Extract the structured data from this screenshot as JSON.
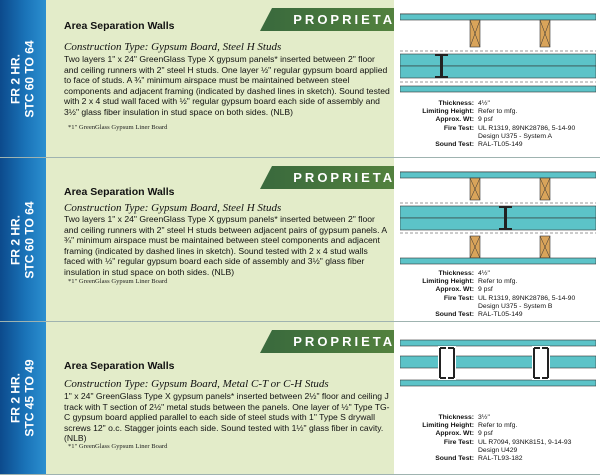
{
  "sections": [
    {
      "side_line1": "FR 2 HR.",
      "side_line2": "STC 60 TO 64",
      "title": "Area Separation Walls",
      "tag": "PROPRIETARY",
      "construction_type": "Construction Type: Gypsum Board, Steel H Studs",
      "description": "Two layers 1\" x 24\" GreenGlass Type X gypsum panels* inserted between 2\" floor and ceiling runners with 2\" steel H studs. One layer ½\" regular gypsum board applied to face of studs. A ¾\" minimum airspace must be maintained between steel components and adjacent framing (indicated by dashed lines in sketch). Sound tested with 2 x 4 stud wall faced with ½\" regular gypsum board each side of assembly and 3½\" glass fiber insulation in stud space on both sides. (NLB)",
      "footnote": "*1\" GreenGlass Gypsum Liner Board",
      "specs": {
        "thickness_label": "Thickness:",
        "thickness": "4½\"",
        "height_label": "Limiting Height:",
        "height": "Refer to mfg.",
        "weight_label": "Approx. Wt:",
        "weight": "9 psf",
        "fire_label": "Fire Test:",
        "fire1": "UL R1319, 89NK28786, 5-14-90",
        "fire2": "Design U375 - System A",
        "sound_label": "Sound Test:",
        "sound": "RAL-TL05-149"
      }
    },
    {
      "side_line1": "FR 2 HR.",
      "side_line2": "STC 60 TO 64",
      "title": "Area Separation Walls",
      "tag": "PROPRIETARY",
      "construction_type": "Construction Type: Gypsum Board, Steel H Studs",
      "description": "Two layers 1\" x 24\" GreenGlass Type X gypsum panels* inserted between 2\" floor and ceiling runners with 2\" steel H studs between adjacent pairs of gypsum panels. A ¾\" minimum airspace must be maintained between steel components and adjacent framing (indicated by dashed lines in sketch). Sound tested with 2 x 4 stud walls faced with ½\" regular gypsum board each side of assembly and 3½\" glass fiber insulation in stud space on both sides. (NLB)",
      "footnote": "*1\" GreenGlass Gypsum Liner Board",
      "specs": {
        "thickness_label": "Thickness:",
        "thickness": "4½\"",
        "height_label": "Limiting Height:",
        "height": "Refer to mfg.",
        "weight_label": "Approx. Wt:",
        "weight": "9 psf",
        "fire_label": "Fire Test:",
        "fire1": "UL R1319, 89NK28786, 5-14-90",
        "fire2": "Design U375 - System B",
        "sound_label": "Sound Test:",
        "sound": "RAL-TL05-149"
      }
    },
    {
      "side_line1": "FR 2 HR.",
      "side_line2": "STC 45 TO 49",
      "title": "Area Separation Walls",
      "tag": "PROPRIETARY",
      "construction_type": "Construction Type: Gypsum Board, Metal C-T or C-H Studs",
      "description": "1\" x 24\" GreenGlass Type X gypsum panels* inserted between 2½\" floor and ceiling J track with T section of 2½\" metal studs between the panels. One layer of ½\" Type TG-C gypsum board applied parallel to each side of steel studs with 1\" Type S drywall screws 12\" o.c. Stagger joints each side. Sound tested with 1½\" glass fiber in cavity. (NLB)",
      "footnote": "*1\" GreenGlass Gypsum Liner Board",
      "specs": {
        "thickness_label": "Thickness:",
        "thickness": "3½\"",
        "height_label": "Limiting Height:",
        "height": "Refer to mfg.",
        "weight_label": "Approx. Wt:",
        "weight": "9 psf",
        "fire_label": "Fire Test:",
        "fire1": "UL R7094, 93NK8151, 9-14-93",
        "fire2": "Design U429",
        "sound_label": "Sound Test:",
        "sound": "RAL-TL93-182"
      }
    }
  ],
  "colors": {
    "side_dark": "#0c4a8c",
    "side_light": "#2b8fd0",
    "body_bg": "#e3ecc9",
    "tag_green": "#3b6b3d",
    "board_teal": "#5cc3c8",
    "stud_wood": "#d9a45a"
  }
}
